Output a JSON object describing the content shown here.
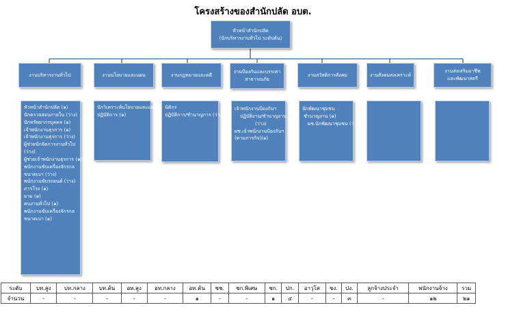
{
  "title": "โครงสร้างของสำนักปลัด อบต.",
  "top": {
    "line1": "หัวหน้าสำนักปลัด",
    "line2": "(นักบริหารงานทั่วไป ระดับต้น)"
  },
  "units": [
    {
      "header": [
        "งานบริหารงานทั่วไป"
      ],
      "staff": [
        "หัวหน้าสำนักปลัด (๑)",
        "นักตรวจสอบภายใน (ว่าง)",
        "นักทรัพยากรบุคคล (๑)",
        "เจ้าพนักงานธุรการ (๑)",
        "เจ้าพนักงานธุรการ (ว่าง)",
        "ผู้ช่วยนักจัดการงานทั่วไป",
        "(ว่าง)",
        " ผู้ช่วยเจ้าพนักงานธุรการ (๑)",
        "พนักงานขับเครื่องจักรกล",
        "ขนาดเบา (ว่าง)",
        "พนักงานขับรถยนต์ (ว่าง)",
        "ภารโรง (๑)",
        "ยาม (๑)",
        "คนงานทั่วไป (๑)",
        "พนักงานขับเครื่องจักรกล",
        "ขนาดเบา (๑)"
      ]
    },
    {
      "header": [
        "งานนโยบายและแผน"
      ],
      "staff": [
        "นักวิเคราะห์นโยบายและแผน",
        "ปฏิบัติการ (๑)"
      ]
    },
    {
      "header": [
        "งานกฎหมายและคดี"
      ],
      "staff": [
        "นิติกร",
        "ปฏิบัติการ/ชำนาญการ (ว่าง)"
      ]
    },
    {
      "header": [
        "งานป้องกันและบรรเทา",
        "สาธารณภัย"
      ],
      "staff": [
        "เจ้าพนักงานป้องกันฯ",
        "ปฏิบัติงาน/ชำนาญงาน",
        "(ว่าง)",
        "ผช.เจ้าพนักงานป้องกันฯ",
        "(ตามภารกิจ)(๑)"
      ]
    },
    {
      "header": [
        "งานสวัสดิการสังคม"
      ],
      "staff": [
        "นักพัฒนาชุมชน",
        "ชำนาญงาน (๑)",
        "ผช.นักพัฒนาชุมชน (ว่าง)"
      ]
    },
    {
      "header": [
        "งานสังคมสงเคราะห์"
      ],
      "staff": []
    },
    {
      "header": [
        "งานส่งเสริมอาชีพ",
        "และพัฒนาสตรี"
      ],
      "staff": []
    }
  ],
  "table": {
    "row1": [
      "ระดับ",
      "บท.สูง",
      "บท.กลาง",
      "บท.ต้น",
      "อท.สูง",
      "อท.กลาง",
      "อท.ต้น",
      "ชช.",
      "ชก.พิเศษ",
      "ชก.",
      "ปก.",
      "อาวุโส",
      "ชง.",
      "ปง.",
      "ลูกจ้างประจำ",
      "พนักงานจ้าง",
      "รวม"
    ],
    "row2": [
      "จำนวน",
      "-",
      "-",
      "-",
      "-",
      "-",
      "๑",
      "-",
      "-",
      "๑",
      "๔",
      "-",
      "-",
      "๓",
      "-",
      "๑๒",
      "๒๑"
    ]
  }
}
